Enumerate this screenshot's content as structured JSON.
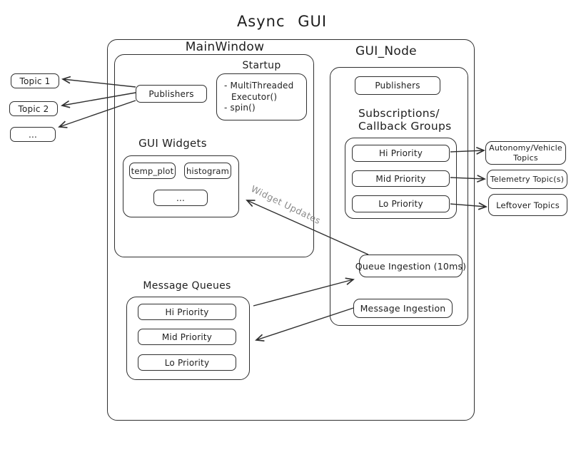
{
  "title": "Async GUI",
  "colors": {
    "stroke": "#2f2f2f",
    "text": "#1e1e1e",
    "annotation": "#8a8a8a",
    "background": "#ffffff"
  },
  "left_topics": [
    {
      "label": "Topic 1"
    },
    {
      "label": "Topic 2"
    },
    {
      "label": "..."
    }
  ],
  "main_window": {
    "title": "MainWindow",
    "publishers_label": "Publishers",
    "startup": {
      "title": "Startup",
      "lines": [
        "- MultiThreaded",
        "Executor()",
        "- spin()"
      ]
    },
    "gui_widgets": {
      "title": "GUI Widgets",
      "items": [
        "temp_plot",
        "histogram",
        "..."
      ]
    }
  },
  "message_queues": {
    "title": "Message Queues",
    "items": [
      "Hi Priority",
      "Mid Priority",
      "Lo Priority"
    ]
  },
  "gui_node": {
    "title": "GUI_Node",
    "publishers_label": "Publishers",
    "subscriptions": {
      "title_line1": "Subscriptions/",
      "title_line2": "Callback Groups",
      "items": [
        "Hi Priority",
        "Mid Priority",
        "Lo Priority"
      ]
    },
    "queue_ingestion_label": "Queue Ingestion (10ms)",
    "message_ingestion_label": "Message Ingestion"
  },
  "right_topics": [
    {
      "label": "Autonomy/Vehicle Topics"
    },
    {
      "label": "Telemetry Topic(s)"
    },
    {
      "label": "Leftover Topics"
    }
  ],
  "annotations": {
    "widget_updates": "Widget Updates"
  }
}
